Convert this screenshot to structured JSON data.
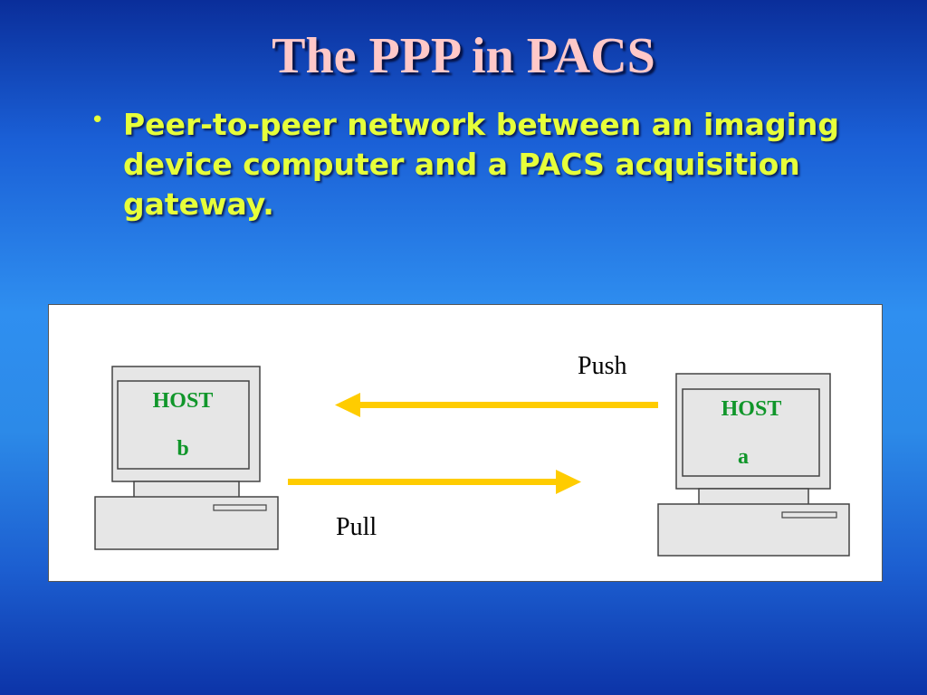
{
  "slide": {
    "title": "The PPP in PACS",
    "bullet": "Peer-to-peer network between an imaging device computer and a PACS acquisition gateway."
  },
  "diagram": {
    "push_label": "Push",
    "pull_label": "Pull",
    "host_b": {
      "line1": "HOST",
      "line2": "b"
    },
    "host_a": {
      "line1": "HOST",
      "line2": "a"
    },
    "arrow_color": "#ffcc00",
    "host_label_color": "#10962a"
  }
}
